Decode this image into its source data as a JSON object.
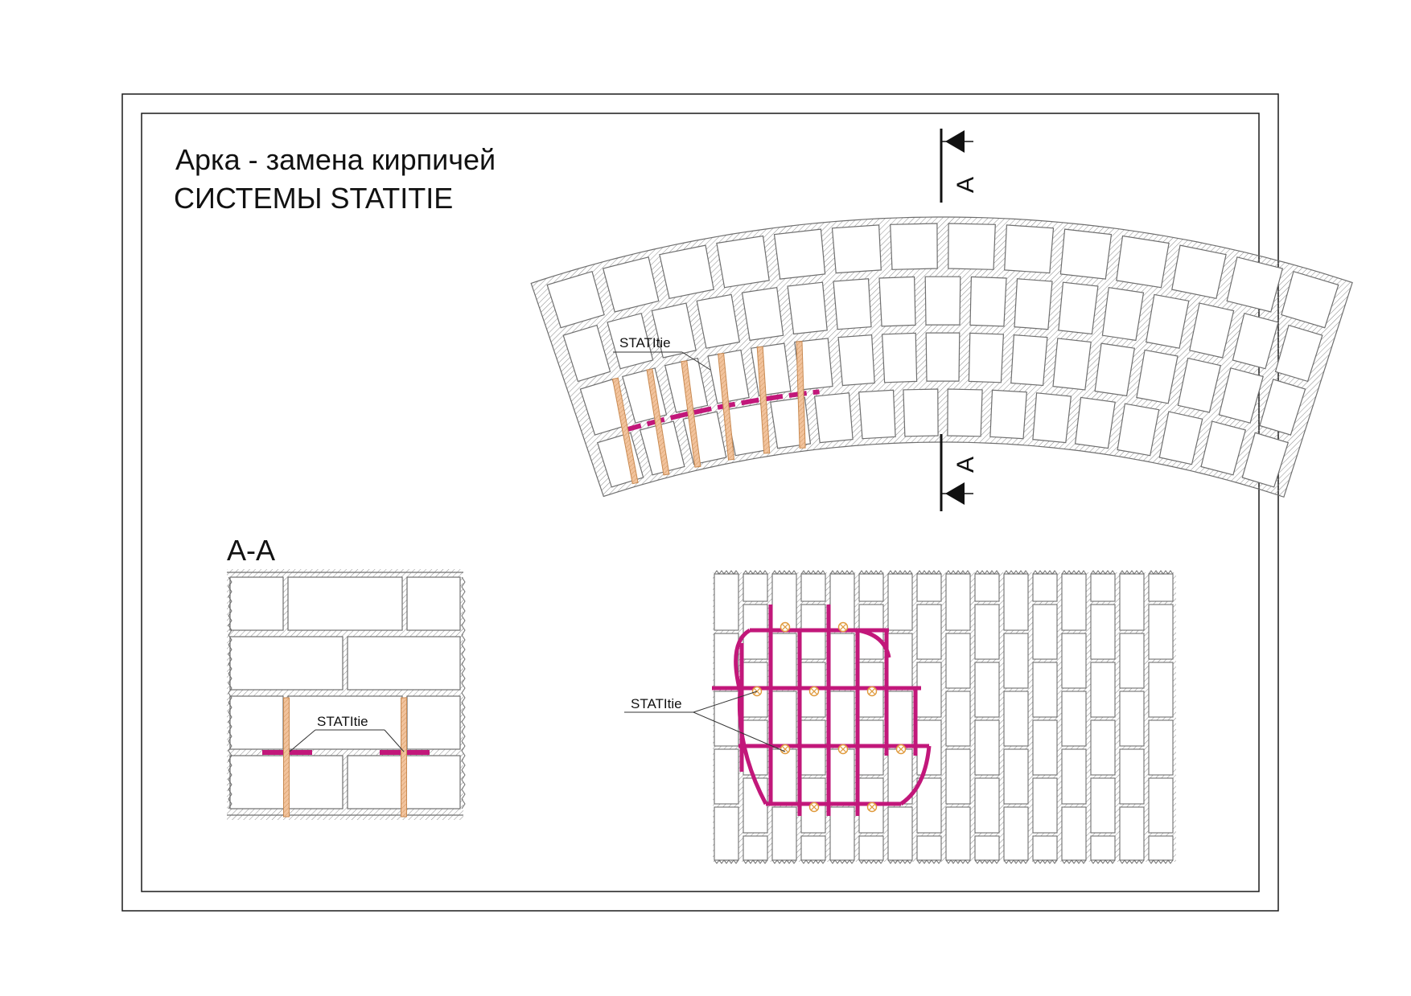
{
  "title": {
    "line1": "Арка - замена кирпичей",
    "line2": "СИСТЕМЫ STATITIE"
  },
  "section": {
    "mark": "A",
    "view_title": "A-A"
  },
  "callouts": {
    "arch_tie": "STATItie",
    "section_tie": "STATItie",
    "wall_tie": "STATItie"
  },
  "colors": {
    "line": "#6f6f6f",
    "frame": "#1a1a1a",
    "tie_fill": "#f2c39c",
    "tie_stroke": "#c98a52",
    "mortar_repair": "#c2177a",
    "anchor_marker": "#e09a3c"
  },
  "icons": [
    "section-arrow-icon",
    "anchor-cross-icon"
  ]
}
